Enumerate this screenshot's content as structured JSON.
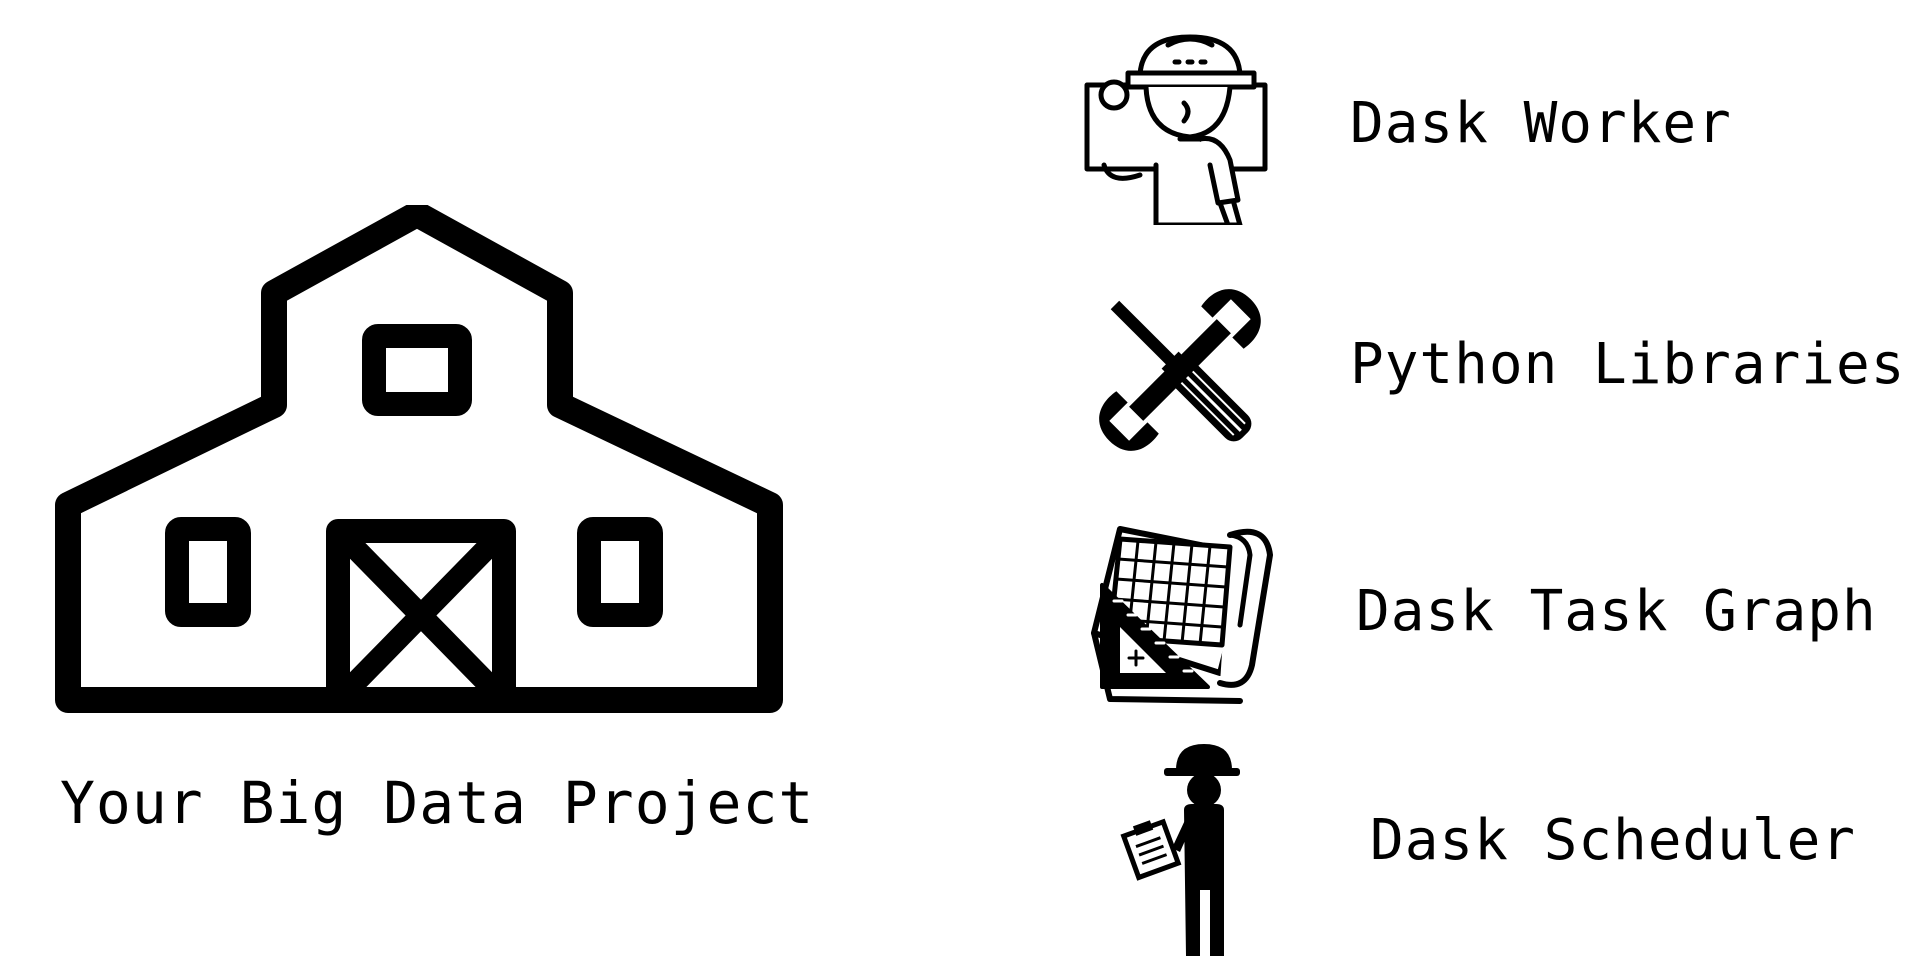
{
  "project": {
    "label": "Your Big Data Project",
    "icon": "barn-icon"
  },
  "legend": [
    {
      "label": "Dask Worker",
      "icon": "farm-worker-icon"
    },
    {
      "label": "Python Libraries",
      "icon": "wrench-screwdriver-icon"
    },
    {
      "label": "Dask Task Graph",
      "icon": "blueprint-icon"
    },
    {
      "label": "Dask Scheduler",
      "icon": "foreman-clipboard-icon"
    }
  ],
  "colors": {
    "ink": "#000000",
    "background": "#ffffff"
  }
}
